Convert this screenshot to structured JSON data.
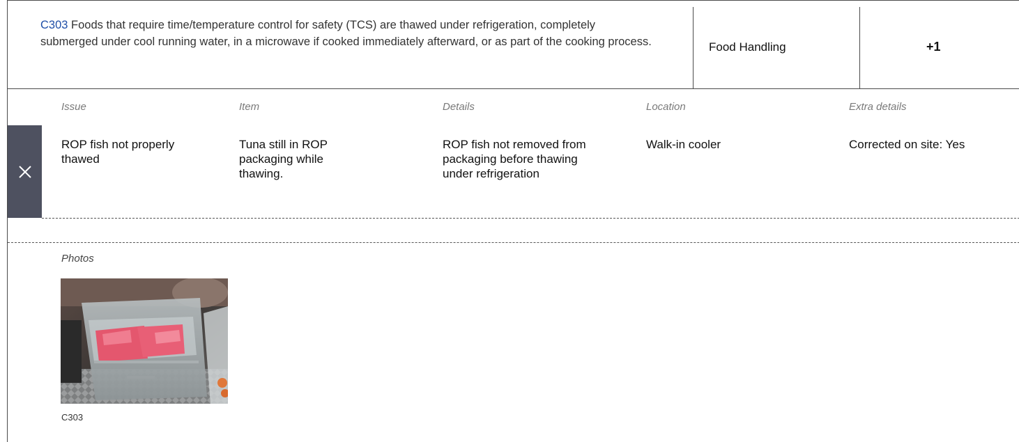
{
  "violation_header": {
    "code": "C303",
    "description": " Foods that require time/temperature control for safety (TCS) are thawed under refrigeration, completely submerged under cool running water, in a microwave if cooked immediately afterward, or as part of the cooking process.",
    "category": "Food Handling",
    "points": "+1"
  },
  "columns": {
    "issue": "Issue",
    "item": "Item",
    "details": "Details",
    "location": "Location",
    "extra": "Extra details"
  },
  "finding": {
    "issue": "ROP fish not properly thawed",
    "item": "Tuna still in ROP packaging while thawing.",
    "details": "ROP fish not removed from packaging before thawing under refrigeration",
    "location": "Walk-in cooler",
    "extra": "Corrected on site: Yes",
    "remove_icon": "close-icon"
  },
  "photos": {
    "label": "Photos",
    "items": [
      {
        "caption": "C303"
      }
    ]
  },
  "colors": {
    "code_link": "#1f4fa8",
    "remove_button_bg": "#4e5160"
  }
}
